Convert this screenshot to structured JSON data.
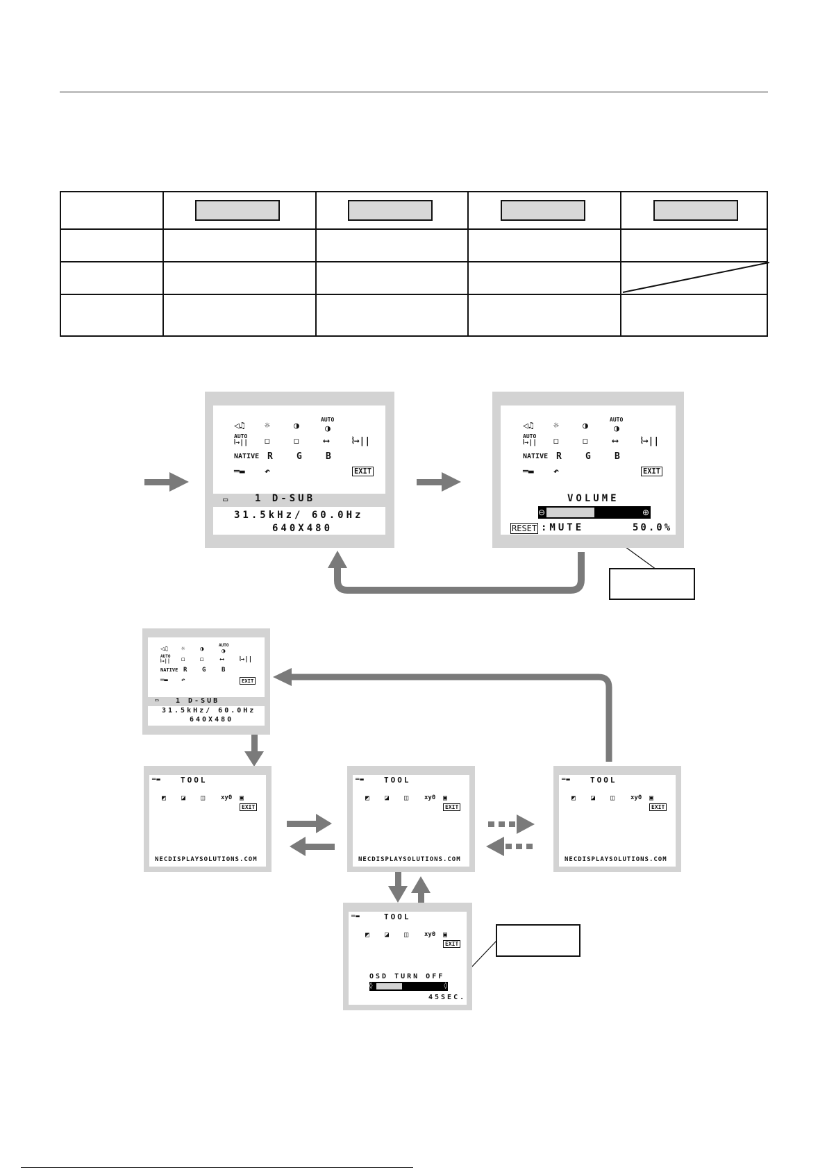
{
  "osd_main": {
    "input_name": "1 D-SUB",
    "frequency": "31.5kHz/ 60.0Hz",
    "resolution": "640X480",
    "icons": {
      "auto": "AUTO",
      "native": "NATIVE",
      "red": "R",
      "green": "G",
      "blue": "B",
      "exit": "EXIT"
    }
  },
  "osd_volume": {
    "title": "VOLUME",
    "reset_label": "RESET",
    "mute_label": ":MUTE",
    "value_text": "50.0%",
    "level": 0.5
  },
  "osd_tool": {
    "title": "TOOL",
    "website": "NECDISPLAYSOLUTIONS.COM",
    "xy_label": "xy0",
    "exit": "EXIT"
  },
  "osd_turnoff": {
    "title": "OSD TURN OFF",
    "value_text": "45SEC.",
    "level": 0.4
  },
  "colors": {
    "arrow": "#7a7a7a",
    "frame": "#d3d3d3",
    "button_fill": "#d8d8d8"
  }
}
